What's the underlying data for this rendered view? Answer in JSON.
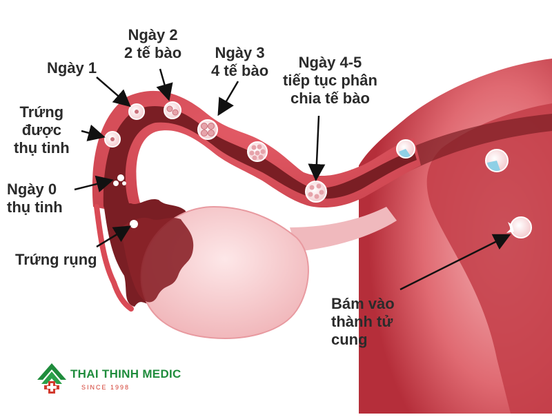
{
  "labels": {
    "ngay1": "Ngày 1",
    "ngay2_l1": "Ngày 2",
    "ngay2_l2": "2 tế bào",
    "ngay3_l1": "Ngày 3",
    "ngay3_l2": "4 tế bào",
    "ngay45_l1": "Ngày 4-5",
    "ngay45_l2": "tiếp tục phân",
    "ngay45_l3": "chia tế bào",
    "trung_l1": "Trứng",
    "trung_l2": "được",
    "trung_l3": "thụ tinh",
    "ngay0_l1": "Ngày 0",
    "ngay0_l2": "thụ tinh",
    "trung_rung": "Trứng rụng",
    "bam_l1": "Bám vào",
    "bam_l2": "thành tử",
    "bam_l3": "cung"
  },
  "logo": {
    "name": "THAI THINH MEDIC",
    "tagline": "SINCE 1998"
  },
  "colors": {
    "tube_outer": "#d94a55",
    "tube_inner": "#7a1e24",
    "uterus_light": "#f2a6aa",
    "uterus_dark": "#b52e3a",
    "ovary": "#f7c9cb",
    "cell": "#fbe3e6",
    "label": "#2b2b2b",
    "logo_green": "#1f8c3c",
    "logo_red": "#d23a2e"
  }
}
